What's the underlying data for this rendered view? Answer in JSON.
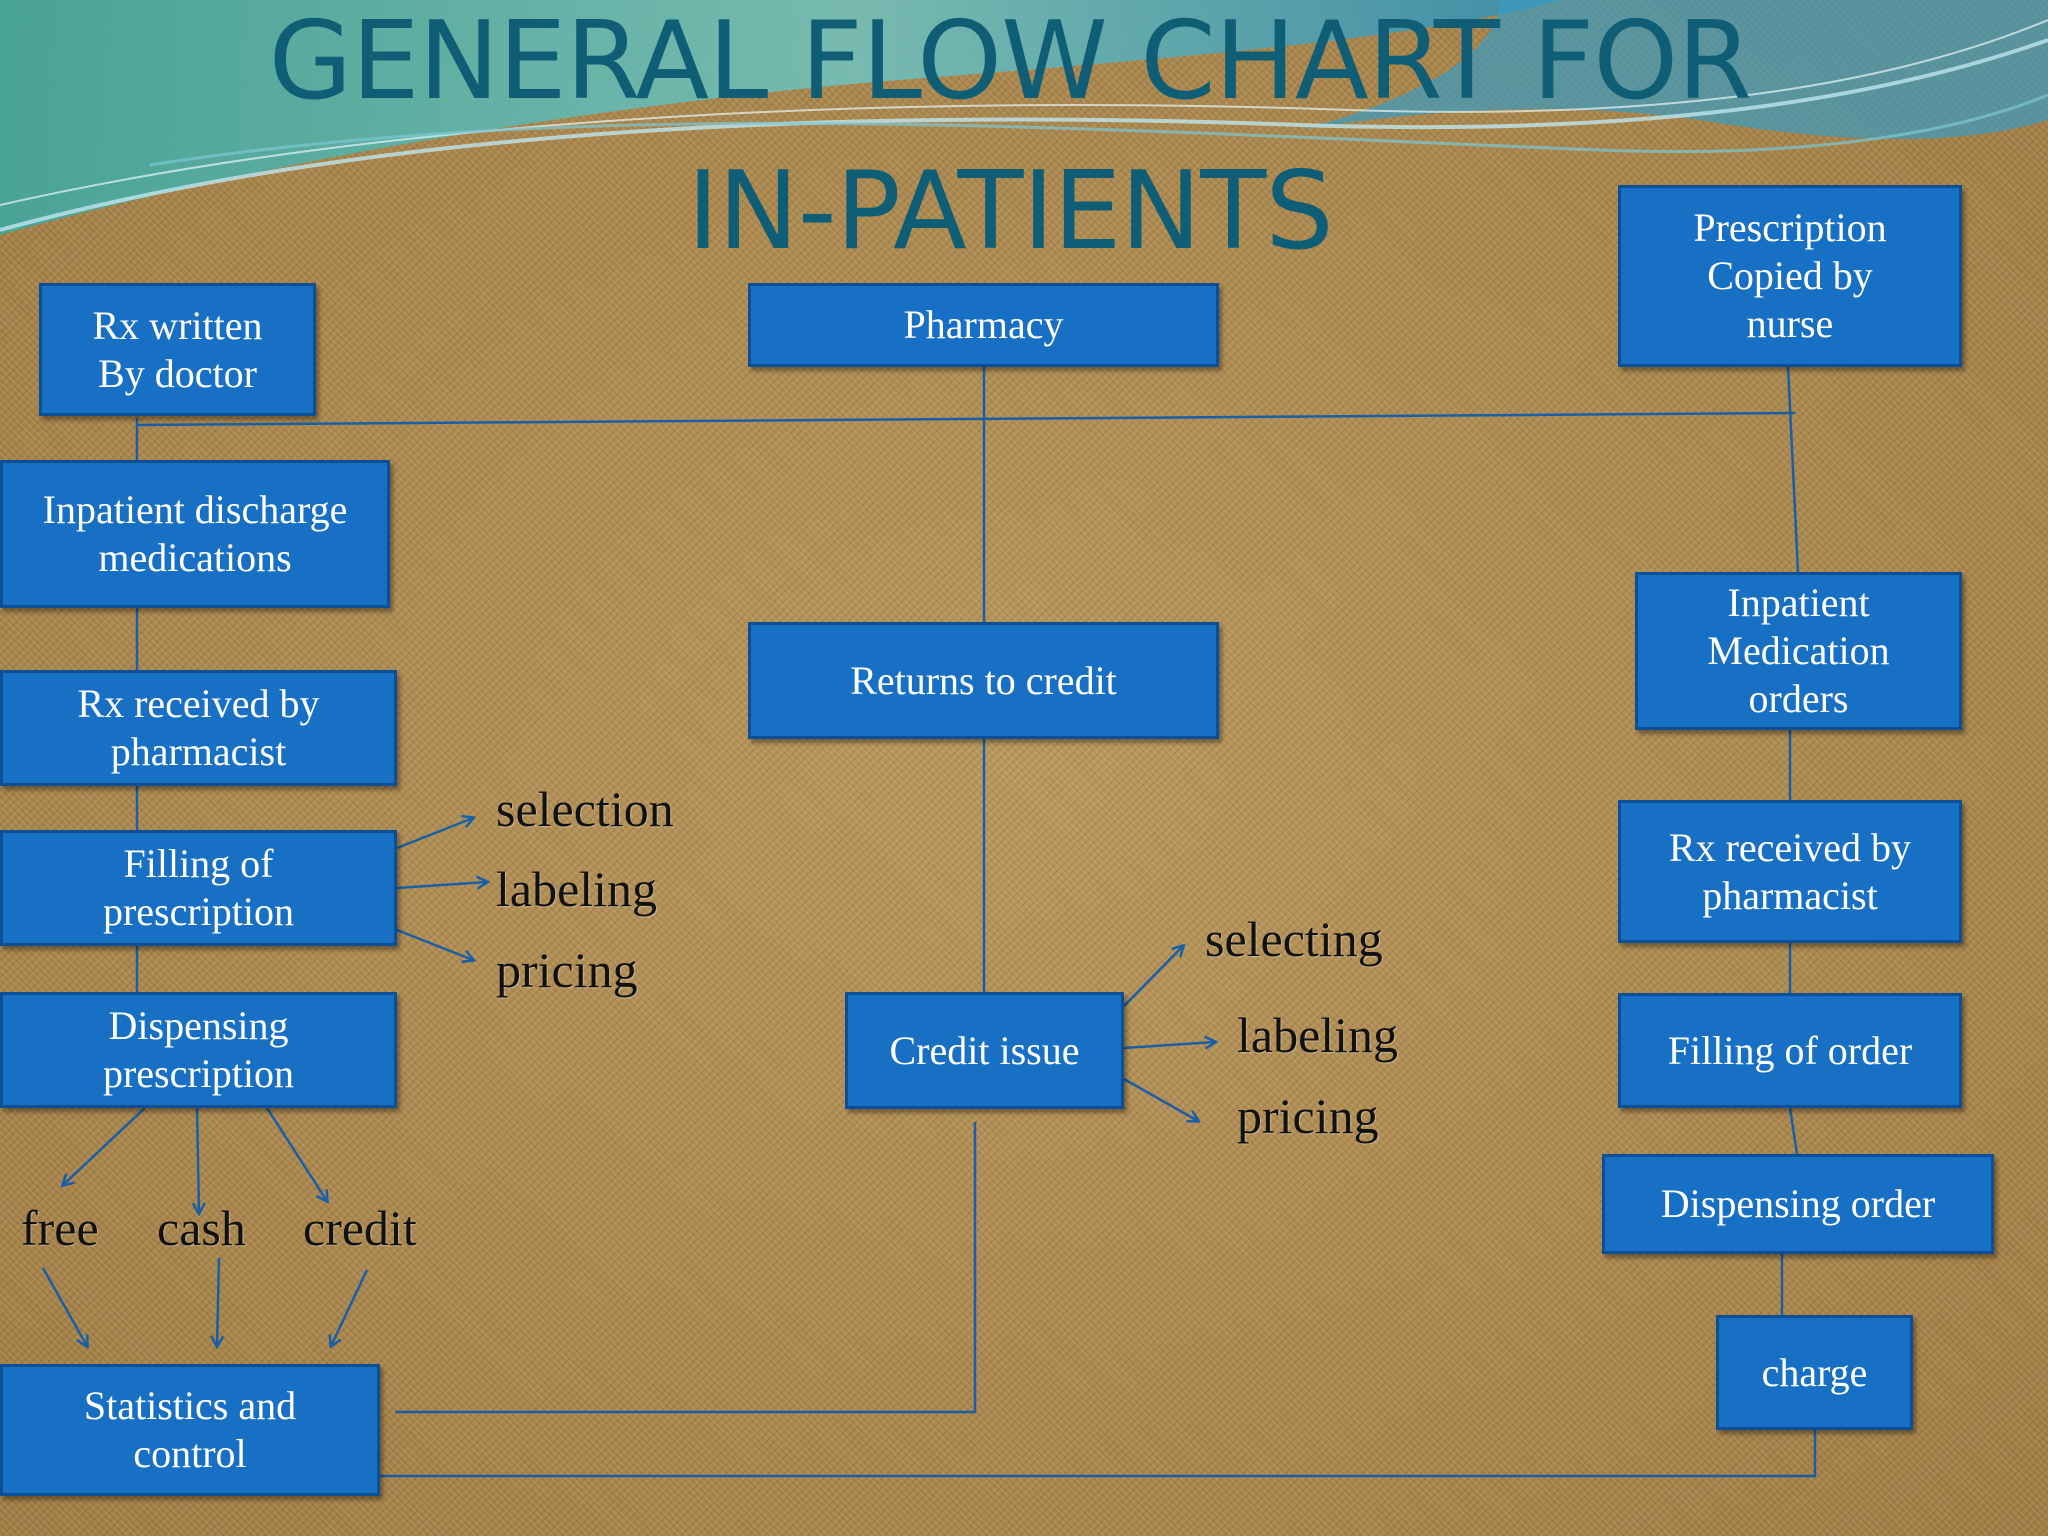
{
  "title": {
    "line1": "GENERAL FLOW CHART FOR",
    "line2": "IN-PATIENTS"
  },
  "boxes": {
    "rx_written": "Rx  written\nBy doctor",
    "pharmacy": "Pharmacy",
    "prescription_copied": "Prescription\nCopied by\nnurse",
    "inpatient_discharge": "Inpatient discharge\nmedications",
    "returns_to_credit": "Returns to credit",
    "inpatient_orders": "Inpatient\nMedication\norders",
    "rx_received_left": "Rx  received by\npharmacist",
    "filling_prescription": "Filling of\nprescription",
    "rx_received_right": "Rx received by\npharmacist",
    "dispensing_prescription": "Dispensing\nprescription",
    "credit_issue": "Credit issue",
    "filling_order": "Filling of order",
    "dispensing_order": "Dispensing order",
    "charge": "charge",
    "statistics": "Statistics and\ncontrol"
  },
  "labels": {
    "selection": "selection",
    "labeling_left": "labeling",
    "pricing_left": "pricing",
    "selecting": "selecting",
    "labeling_mid": "labeling",
    "pricing_mid": "pricing",
    "free": "free",
    "cash": "cash",
    "credit": "credit"
  }
}
